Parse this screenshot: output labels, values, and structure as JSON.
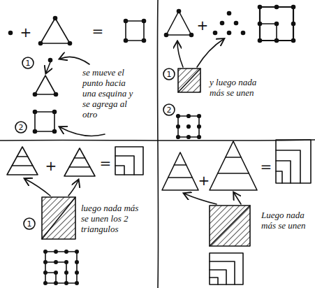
{
  "diagram": {
    "labels": [
      "+",
      "=",
      "1",
      "se mueve el punto hacia una esquina y se agrega al otro",
      "2",
      "+",
      "1",
      "y luego nada más se unen",
      "2",
      "+",
      "=",
      "1",
      "luego nada más se unen los 2 triangulos",
      "+",
      "=",
      "Luego nada más se unen"
    ]
  }
}
